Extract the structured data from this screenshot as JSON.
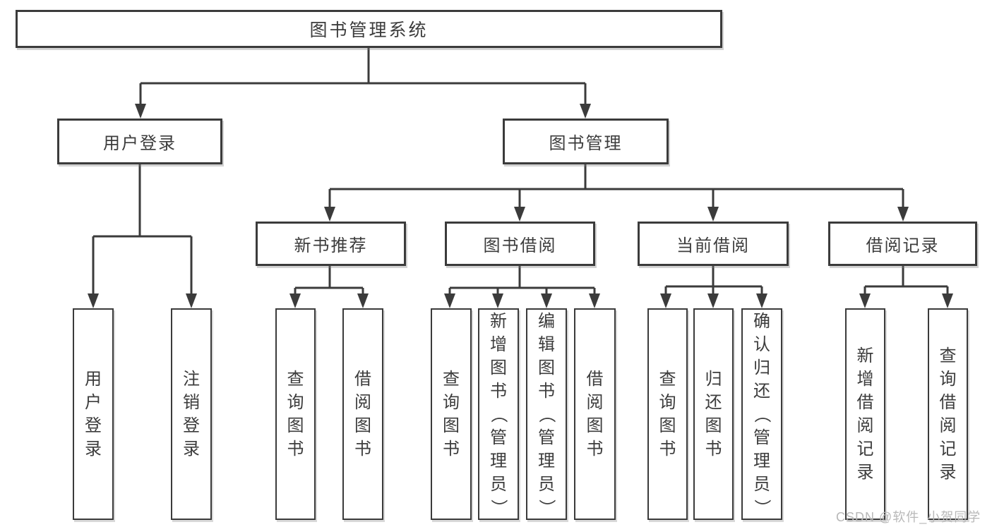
{
  "tree": {
    "root": {
      "label": "图书管理系统"
    },
    "branches": [
      {
        "label": "用户登录",
        "children": [
          {
            "label": "用户登录"
          },
          {
            "label": "注销登录"
          }
        ]
      },
      {
        "label": "图书管理",
        "sections": [
          {
            "label": "新书推荐",
            "children": [
              {
                "label": "查询图书"
              },
              {
                "label": "借阅图书"
              }
            ]
          },
          {
            "label": "图书借阅",
            "children": [
              {
                "label": "查询图书"
              },
              {
                "label": "新增图书（管理员）"
              },
              {
                "label": "编辑图书（管理员）"
              },
              {
                "label": "借阅图书"
              }
            ]
          },
          {
            "label": "当前借阅",
            "children": [
              {
                "label": "查询图书"
              },
              {
                "label": "归还图书"
              },
              {
                "label": "确认归还（管理员）"
              }
            ]
          },
          {
            "label": "借阅记录",
            "children": [
              {
                "label": "新增借阅记录"
              },
              {
                "label": "查询借阅记录"
              }
            ]
          }
        ]
      }
    ]
  },
  "watermark": {
    "text": "CSDN @软件_小贺同学"
  },
  "colors": {
    "line": "#3b3b3b",
    "box_border": "#3b3b3b",
    "text": "#3c3c3c",
    "watermark": "#b8b8b8",
    "background": "#ffffff"
  }
}
